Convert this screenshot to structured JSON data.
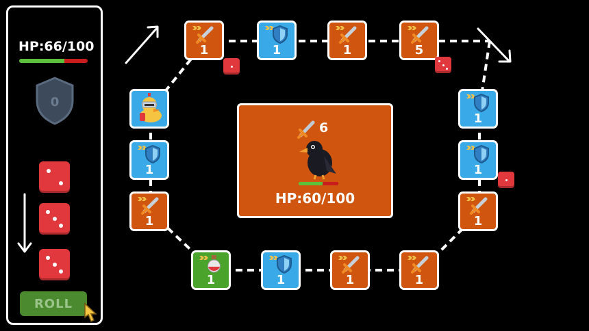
{
  "player": {
    "hp_text": "HP:66/100",
    "hp_fraction": 0.66,
    "shield_value": "0"
  },
  "dice": [
    2,
    3,
    3
  ],
  "roll_button": {
    "label": "ROLL"
  },
  "enemy": {
    "attack": "6",
    "hp_text": "HP:60/100",
    "hp_fraction": 0.6
  },
  "board_tiles": [
    {
      "type": "sword",
      "value": "1"
    },
    {
      "type": "shield",
      "value": "1"
    },
    {
      "type": "sword",
      "value": "1"
    },
    {
      "type": "sword",
      "value": "5"
    },
    {
      "type": "shield",
      "value": "1"
    },
    {
      "type": "shield",
      "value": "1"
    },
    {
      "type": "sword",
      "value": "1"
    },
    {
      "type": "sword",
      "value": "1"
    },
    {
      "type": "sword",
      "value": "1"
    },
    {
      "type": "shield",
      "value": "1"
    },
    {
      "type": "potion",
      "value": "1"
    },
    {
      "type": "sword",
      "value": "1"
    },
    {
      "type": "shield",
      "value": "1"
    }
  ],
  "board_dice": [
    1,
    3,
    1
  ],
  "colors": {
    "sword_tile": "#d0560f",
    "shield_tile": "#3aa9e8",
    "potion_tile": "#4aa32a",
    "die": "#e0383d",
    "hp_good": "#5cc03d",
    "hp_bad": "#c91c1c"
  }
}
